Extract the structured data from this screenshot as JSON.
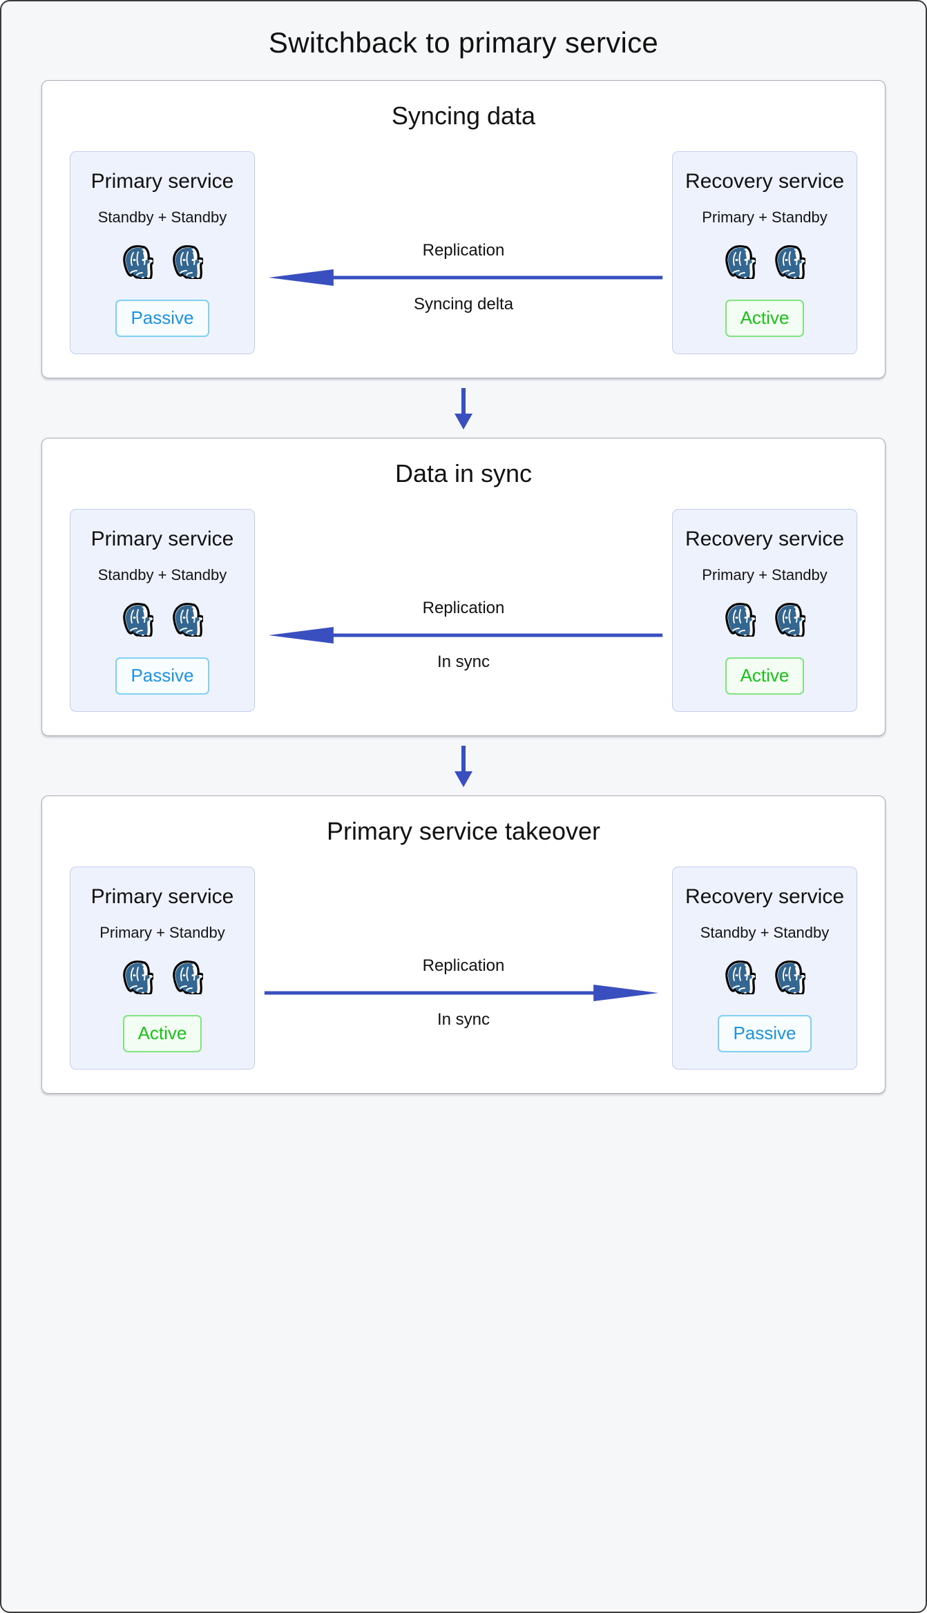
{
  "diagram": {
    "title": "Switchback to primary service",
    "type": "flow",
    "colors": {
      "arrow": "#3a4fbf",
      "card_bg": "#eef2fd",
      "card_border": "#c3cdf0",
      "panel_border": "#a9aab5",
      "page_bg": "#f6f7f9",
      "active_text": "#19c218",
      "active_border": "#7fe47c",
      "passive_text": "#1f93e0",
      "passive_border": "#7fd0f5",
      "postgres_elephant": "#336791"
    },
    "stages": [
      {
        "id": "syncing-data",
        "title": "Syncing data",
        "left": {
          "name": "Primary service",
          "roles": "Standby + Standby",
          "nodes": 2,
          "node_icon": "postgres-elephant-icon",
          "status": "Passive",
          "status_kind": "passive"
        },
        "right": {
          "name": "Recovery service",
          "roles": "Primary + Standby",
          "nodes": 2,
          "node_icon": "postgres-elephant-icon",
          "status": "Active",
          "status_kind": "active"
        },
        "link": {
          "label_top": "Replication",
          "label_bottom": "Syncing delta",
          "direction": "left"
        }
      },
      {
        "id": "data-in-sync",
        "title": "Data in sync",
        "left": {
          "name": "Primary service",
          "roles": "Standby + Standby",
          "nodes": 2,
          "node_icon": "postgres-elephant-icon",
          "status": "Passive",
          "status_kind": "passive"
        },
        "right": {
          "name": "Recovery service",
          "roles": "Primary + Standby",
          "nodes": 2,
          "node_icon": "postgres-elephant-icon",
          "status": "Active",
          "status_kind": "active"
        },
        "link": {
          "label_top": "Replication",
          "label_bottom": "In sync",
          "direction": "left"
        }
      },
      {
        "id": "primary-service-takeover",
        "title": "Primary service takeover",
        "left": {
          "name": "Primary service",
          "roles": "Primary + Standby",
          "nodes": 2,
          "node_icon": "postgres-elephant-icon",
          "status": "Active",
          "status_kind": "active"
        },
        "right": {
          "name": "Recovery service",
          "roles": "Standby + Standby",
          "nodes": 2,
          "node_icon": "postgres-elephant-icon",
          "status": "Passive",
          "status_kind": "passive"
        },
        "link": {
          "label_top": "Replication",
          "label_bottom": "In sync",
          "direction": "right"
        }
      }
    ],
    "step_connectors": [
      {
        "icon": "arrow-down-icon"
      },
      {
        "icon": "arrow-down-icon"
      }
    ]
  }
}
